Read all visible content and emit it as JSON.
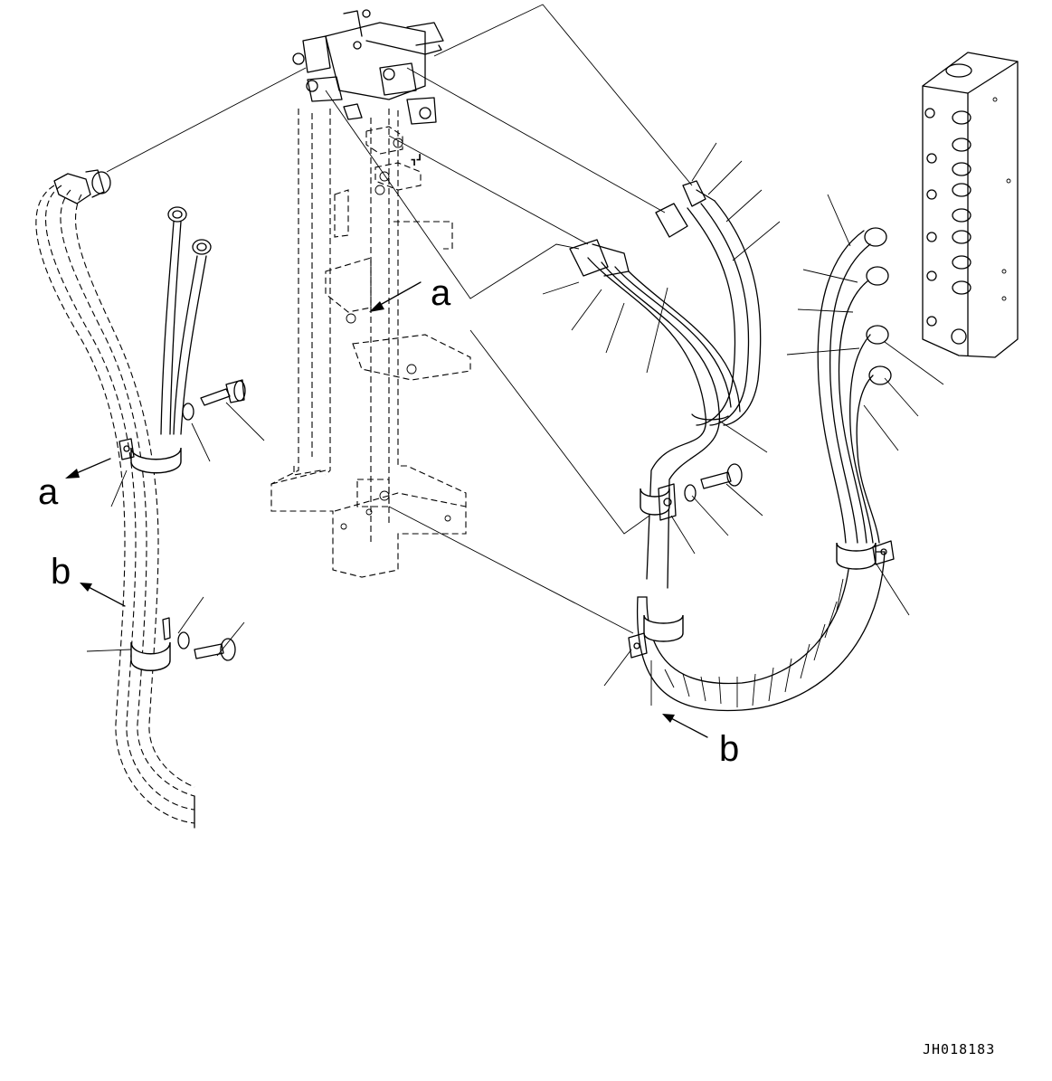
{
  "drawing": {
    "view_labels": {
      "a": "a",
      "b": "b"
    },
    "drawing_number": "JH018183"
  }
}
